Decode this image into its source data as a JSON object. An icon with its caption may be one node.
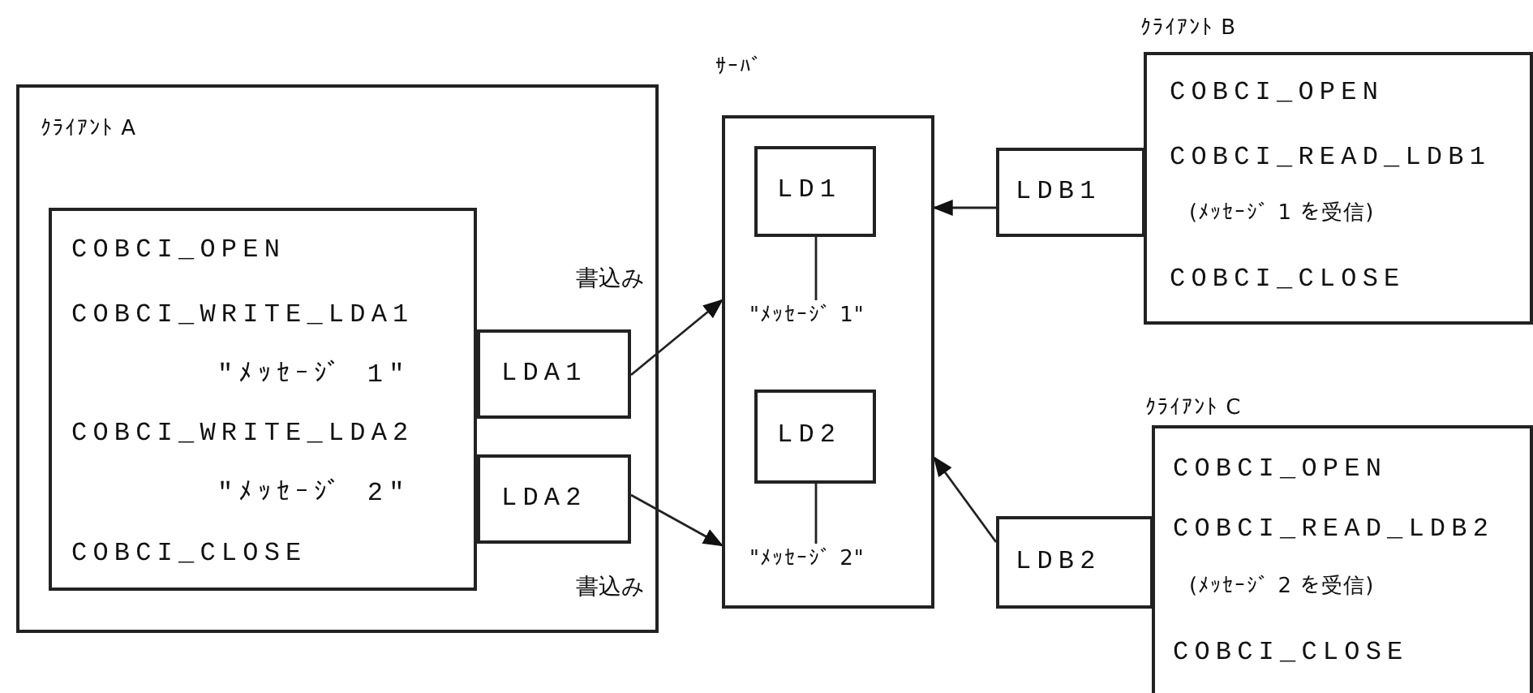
{
  "diagram": {
    "nodes": [
      {
        "text": [
          "ｸﾗｲｱﾝﾄ A"
        ]
      },
      {
        "text": [
          "COBCI_OPEN",
          "COBCI_WRITE_LDA1",
          "\"ﾒｯｾｰｼﾞ 1\"",
          "COBCI_WRITE_LDA2",
          "\"ﾒｯｾｰｼﾞ 2\"",
          "COBCI_CLOSE"
        ],
        "in": 0
      },
      {
        "text": [
          "LDA1"
        ],
        "in": 0
      },
      {
        "text": [
          "LDA2"
        ],
        "in": 0
      },
      {
        "text": [
          "ｻｰﾊﾞ"
        ]
      },
      {
        "text": [
          "LD1"
        ],
        "in": 4
      },
      {
        "text": [
          "\"ﾒｯｾｰｼﾞ 1\""
        ],
        "in": 4
      },
      {
        "text": [
          "LD2"
        ],
        "in": 4
      },
      {
        "text": [
          "\"ﾒｯｾｰｼﾞ 2\""
        ],
        "in": 4
      },
      {
        "text": [
          "LDB1"
        ]
      },
      {
        "text": [
          "ｸﾗｲｱﾝﾄ B",
          "COBCI_OPEN",
          "COBCI_READ_LDB1",
          "(ﾒｯｾｰｼﾞ 1 を受信)",
          "COBCI_CLOSE"
        ]
      },
      {
        "text": [
          "LDB2"
        ]
      },
      {
        "text": [
          "ｸﾗｲｱﾝﾄ C",
          "COBCI_OPEN",
          "COBCI_READ_LDB2",
          "(ﾒｯｾｰｼﾞ 2 を受信)",
          "COBCI_CLOSE"
        ]
      }
    ],
    "edges": [
      {
        "from": 2,
        "to": 4,
        "arrow": "to"
      },
      {
        "from": 3,
        "to": 4,
        "arrow": "to"
      },
      {
        "from": 9,
        "to": 4,
        "arrow": "to"
      },
      {
        "from": 11,
        "to": 4,
        "arrow": "to"
      },
      {
        "from": 5,
        "to": 6,
        "arrow": "none"
      },
      {
        "from": 7,
        "to": 8,
        "arrow": "none"
      }
    ],
    "labels": [
      "書込み",
      "書込み"
    ]
  }
}
